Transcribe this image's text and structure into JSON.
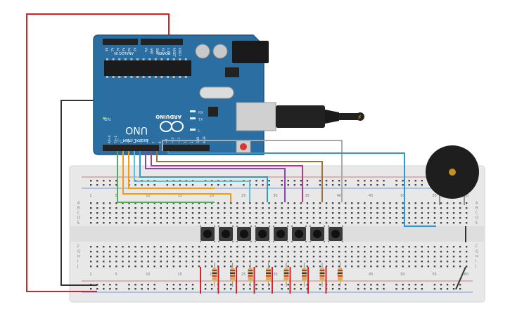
{
  "board": {
    "brand": "ARDUINO",
    "model": "UNO",
    "on_label": "ON",
    "tx_label": "TX",
    "rx_label": "RX",
    "l_label": "L",
    "power_header": "POWER",
    "analog_header": "ANALOG IN",
    "digital_header": "DIGITAL (PWM ~)",
    "power_pins": [
      "IOREF",
      "RESET",
      "3.3V",
      "5V",
      "GND",
      "GND",
      "Vin"
    ],
    "analog_pins": [
      "A0",
      "A1",
      "A2",
      "A3",
      "A4",
      "A5"
    ],
    "digital_pins": [
      "AREF",
      "GND",
      "13",
      "12",
      "~11",
      "~10",
      "~9",
      "8",
      "7",
      "~6",
      "~5",
      "4",
      "~3",
      "2",
      "TX→1",
      "RX←0"
    ]
  },
  "breadboard": {
    "column_numbers": [
      "1",
      "5",
      "10",
      "15",
      "20",
      "25",
      "30",
      "35",
      "40",
      "45",
      "50",
      "55",
      "60"
    ],
    "row_letters_top": [
      "A",
      "B",
      "C",
      "D",
      "E"
    ],
    "row_letters_bottom": [
      "F",
      "G",
      "H",
      "I",
      "J"
    ]
  },
  "components": {
    "button_count": 8,
    "resistor_count": 8,
    "buzzer": "piezo-buzzer"
  },
  "colors": {
    "board": "#2a6ea2",
    "board_dark": "#1d5784",
    "breadboard": "#e8e8e8",
    "wire_red": "#d9212a",
    "wire_black": "#333333",
    "wire_green": "#4caf50",
    "wire_orange": "#f39c12",
    "wire_cyan": "#5bc0de",
    "wire_blue": "#2a9bd0",
    "wire_purple": "#8e44ad",
    "wire_magenta": "#b03a8e",
    "wire_brown": "#9b7340",
    "wire_gray": "#aaaaaa"
  }
}
